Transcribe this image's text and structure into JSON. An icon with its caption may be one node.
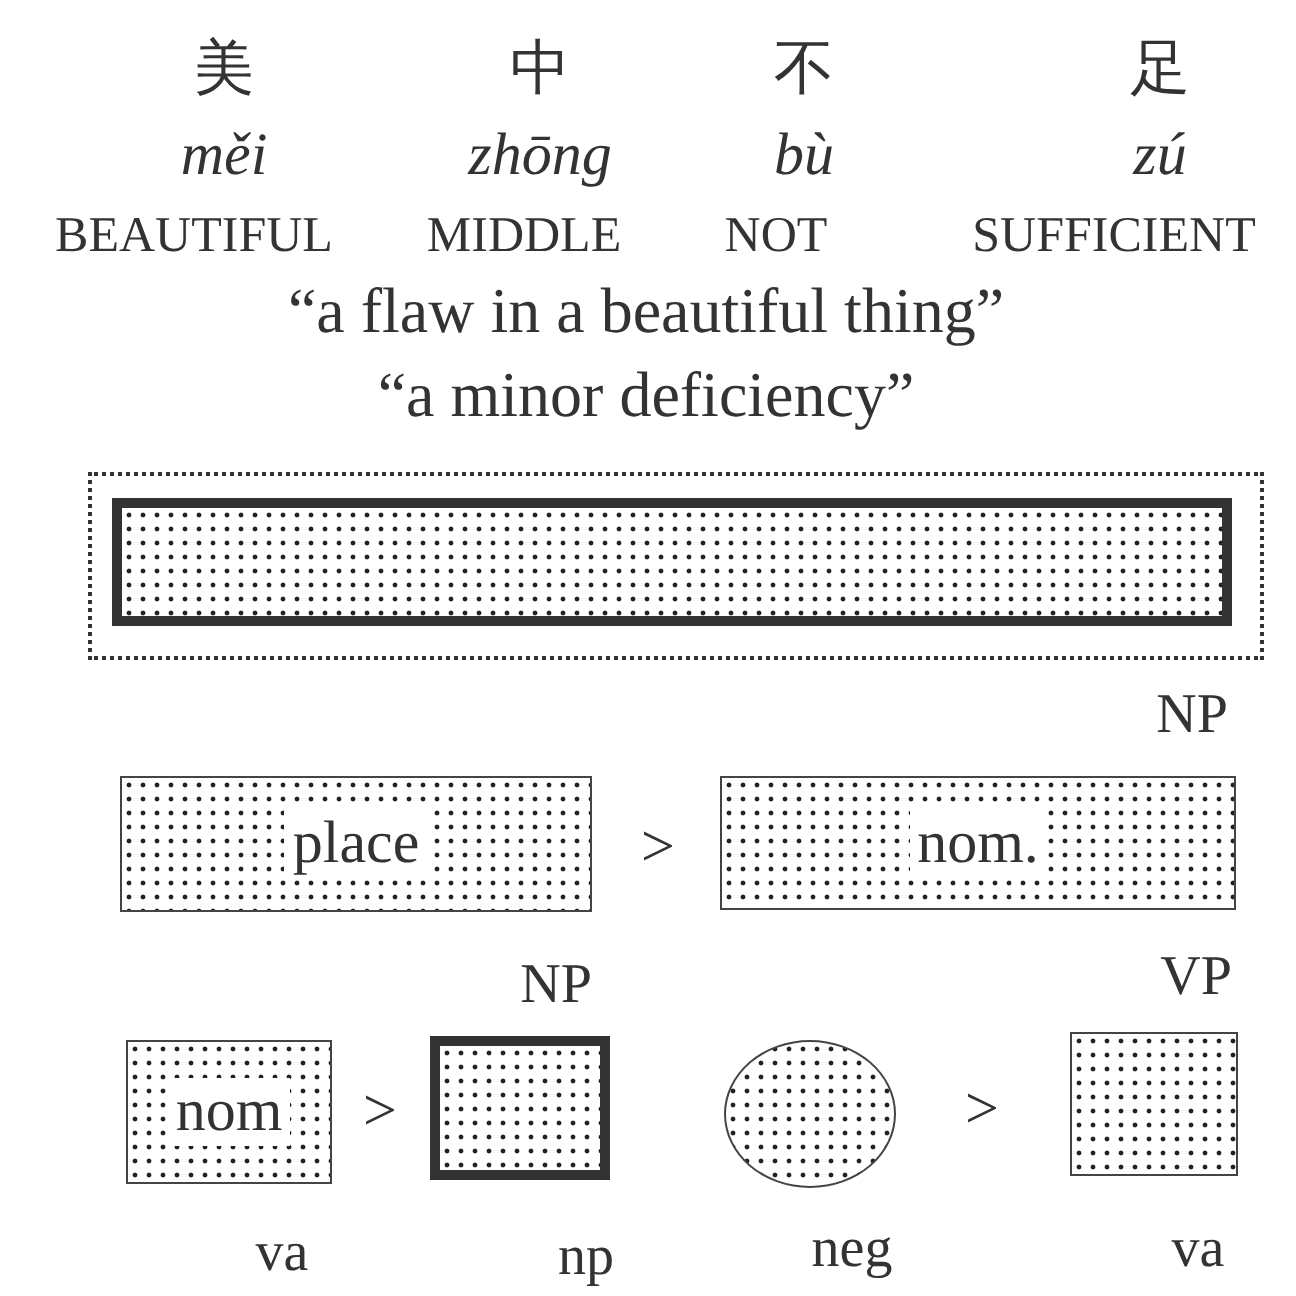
{
  "diagram": {
    "nodes": [
      {
        "text": [],
        "shape": "box"
      },
      {
        "text": [],
        "shape": "box",
        "in": 0
      },
      {
        "text": [
          "place"
        ]
      },
      {
        "text": [
          "nom."
        ],
        "beside": [
          "NP"
        ]
      },
      {
        "text": [
          "nom"
        ],
        "beside": [
          "va"
        ]
      },
      {
        "text": [],
        "shape": "box",
        "beside": [
          "NP",
          "np"
        ]
      },
      {
        "text": [],
        "shape": "circle",
        "beside": [
          "neg"
        ]
      },
      {
        "text": [],
        "shape": "box",
        "beside": [
          "VP",
          "va"
        ]
      }
    ],
    "labels": [
      "美",
      "中",
      "不",
      "足",
      "měi",
      "zhōng",
      "bù",
      "zú",
      "BEAUTIFUL",
      "MIDDLE",
      "NOT",
      "SUFFICIENT",
      "“a flaw in a beautiful thing”",
      "“a minor deficiency”",
      ">",
      ">",
      ">"
    ]
  }
}
